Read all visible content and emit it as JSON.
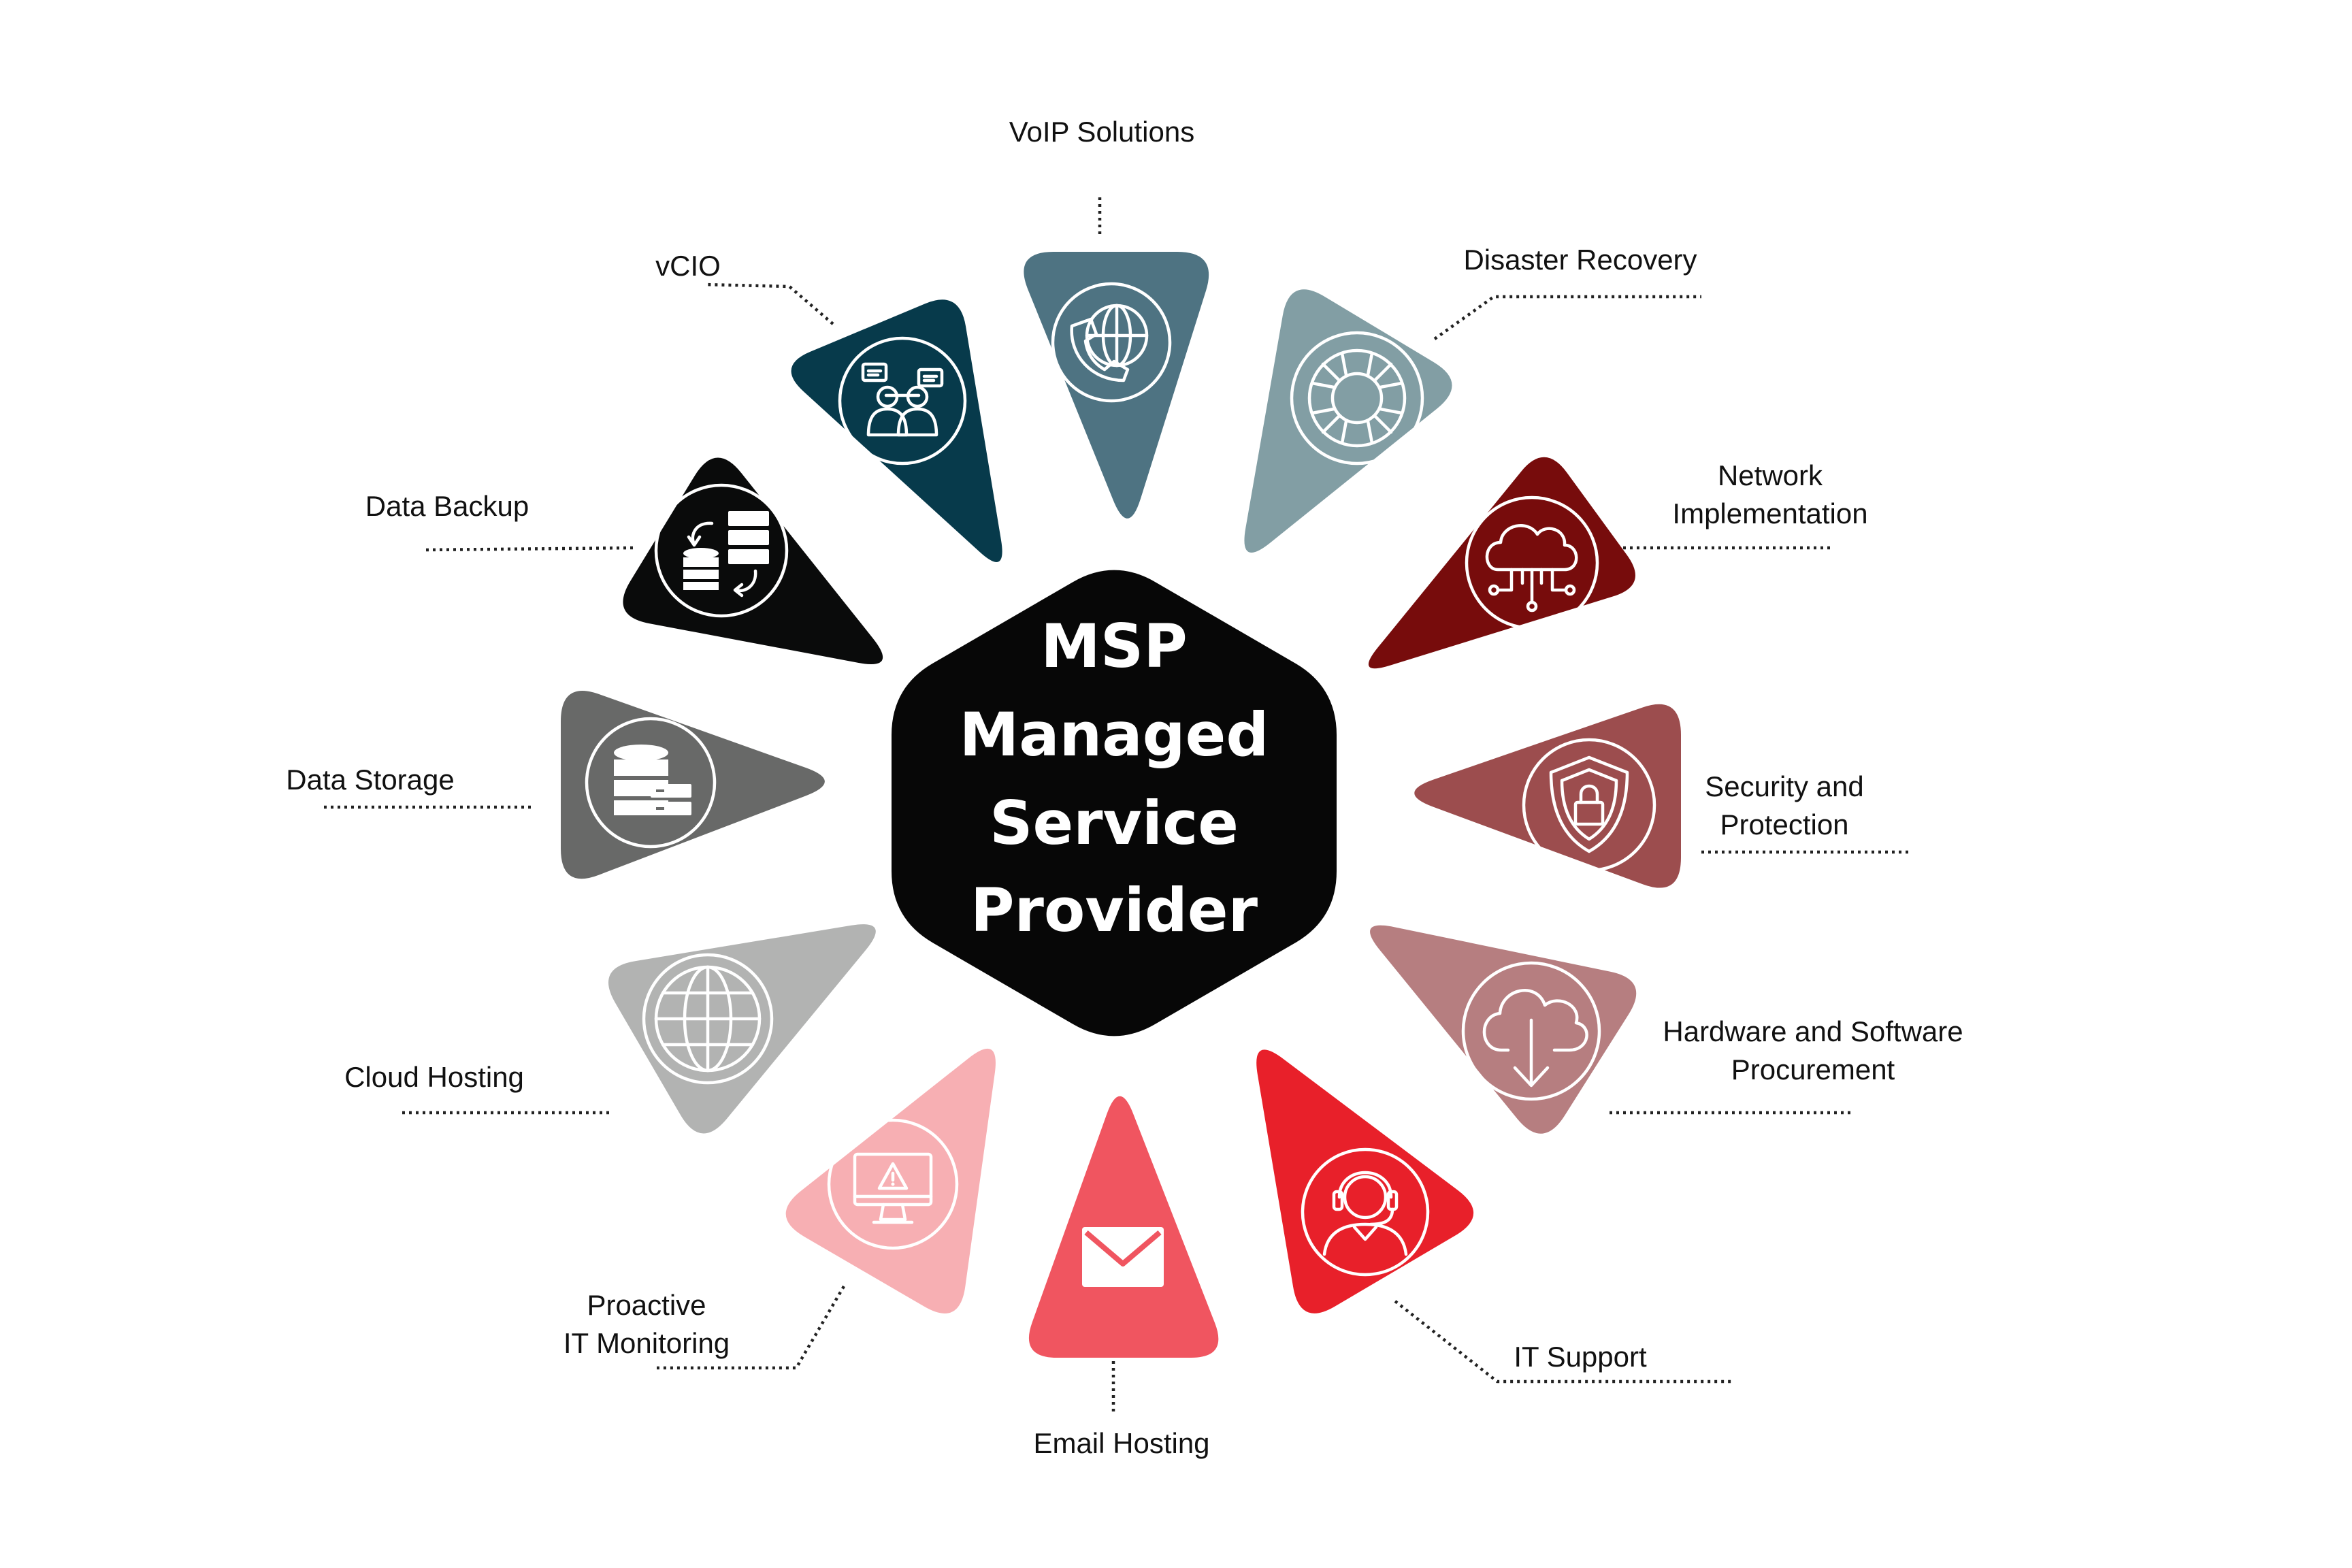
{
  "center": {
    "lines": [
      "MSP",
      "Managed",
      "Service",
      "Provider"
    ],
    "color": "#070707"
  },
  "services": [
    {
      "id": "voip",
      "label_lines": [
        "VoIP Solutions"
      ],
      "color": "#4e7382",
      "icon": "phone-globe-icon"
    },
    {
      "id": "disaster",
      "label_lines": [
        "Disaster Recovery"
      ],
      "color": "#829ea4",
      "icon": "lifebuoy-icon"
    },
    {
      "id": "network",
      "label_lines": [
        "Network",
        "Implementation"
      ],
      "color": "#770c0c",
      "icon": "cloud-network-icon"
    },
    {
      "id": "security",
      "label_lines": [
        "Security and",
        "Protection"
      ],
      "color": "#9c4d4e",
      "icon": "shield-lock-icon"
    },
    {
      "id": "hardware",
      "label_lines": [
        "Hardware and Software",
        "Procurement"
      ],
      "color": "#b67e80",
      "icon": "cloud-download-icon"
    },
    {
      "id": "itsupport",
      "label_lines": [
        "IT Support"
      ],
      "color": "#e8202a",
      "icon": "headset-agent-icon"
    },
    {
      "id": "email",
      "label_lines": [
        "Email Hosting"
      ],
      "color": "#f05560",
      "icon": "envelope-icon"
    },
    {
      "id": "monitoring",
      "label_lines": [
        "Proactive",
        "IT Monitoring"
      ],
      "color": "#f7afb3",
      "icon": "monitor-alert-icon"
    },
    {
      "id": "cloudhosting",
      "label_lines": [
        "Cloud Hosting"
      ],
      "color": "#b2b3b2",
      "icon": "globe-icon"
    },
    {
      "id": "storage",
      "label_lines": [
        "Data Storage"
      ],
      "color": "#686968",
      "icon": "database-server-icon"
    },
    {
      "id": "backup",
      "label_lines": [
        "Data Backup"
      ],
      "color": "#0a0b0b",
      "icon": "backup-server-icon"
    },
    {
      "id": "vcio",
      "label_lines": [
        "vCIO"
      ],
      "color": "#073a4b",
      "icon": "team-chat-icon"
    }
  ]
}
